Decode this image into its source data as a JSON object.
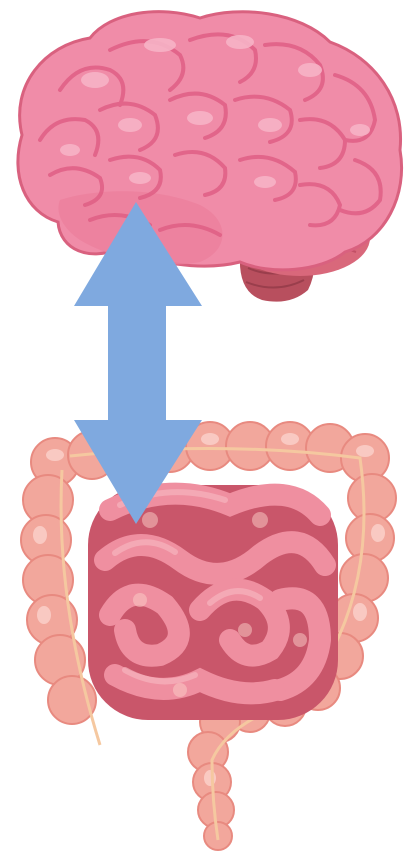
{
  "diagram": {
    "kind": "illustration",
    "nodes": [
      {
        "id": "brain",
        "icon": "brain-icon"
      },
      {
        "id": "intestines",
        "icon": "intestines-icon"
      }
    ],
    "edges": [
      {
        "from": "brain",
        "to": "intestines",
        "style": "double-headed-arrow"
      }
    ]
  },
  "colors": {
    "brain_base": "#f08ca8",
    "brain_fold": "#e66f92",
    "brain_highlight": "#f7b3c6",
    "brain_outline": "#d9617f",
    "cerebellum": "#d9687b",
    "brainstem": "#b84f5e",
    "arrow": "#7fa9df",
    "colon": "#f2a79c",
    "colon_shadow": "#e88a80",
    "small_intestine": "#ef8fa0",
    "small_intestine_dark": "#c9566a",
    "intestine_highlight": "#fbd0c9",
    "taenia": "#f5c8a0"
  }
}
